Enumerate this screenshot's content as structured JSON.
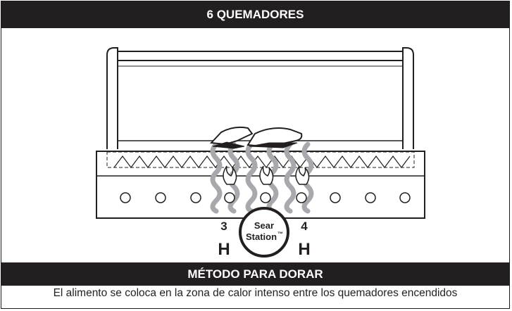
{
  "header": {
    "title": "6 QUEMADORES"
  },
  "diagram": {
    "left_burner_number": "3",
    "left_burner_setting": "H",
    "right_burner_number": "4",
    "right_burner_setting": "H",
    "sear_station_line1": "Sear",
    "sear_station_line2": "Station",
    "sear_station_mark": "™"
  },
  "section": {
    "title": "MÉTODO PARA DORAR"
  },
  "footer": {
    "text": "El alimento se coloca en la zona de calor intenso entre los quemadores encendidos"
  }
}
